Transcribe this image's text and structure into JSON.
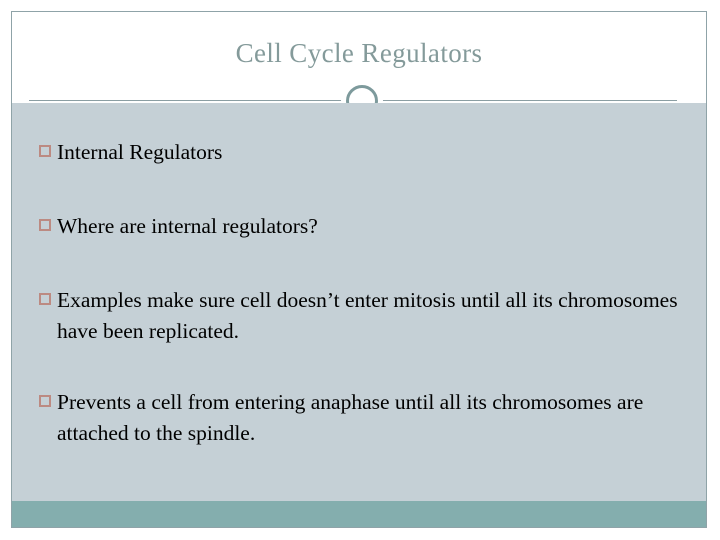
{
  "slide": {
    "title": "Cell Cycle Regulators",
    "bullets": [
      {
        "marker": "hollow-square-bullet",
        "text": "Internal Regulators"
      },
      {
        "marker": "hollow-square-bullet",
        "text": "Where are internal regulators?"
      },
      {
        "marker": "hollow-square-bullet",
        "text": "Examples make sure cell doesn’t enter mitosis until all its chromosomes have been replicated."
      },
      {
        "marker": "hollow-square-bullet",
        "text": "Prevents a cell from entering anaphase until all its chromosomes are attached to the spindle."
      }
    ],
    "decorations": {
      "ring": "circle-ring-decoration",
      "rule": "title-divider-rule",
      "footer": "footer-accent-bar"
    },
    "colors": {
      "title_text": "#849a9a",
      "body_background": "#c5d0d6",
      "footer_bar": "#84aeae",
      "bullet_marker": "#bc8a82",
      "body_text": "#000000",
      "frame_border": "#8fa3a8",
      "title_band": "#ffffff"
    }
  }
}
